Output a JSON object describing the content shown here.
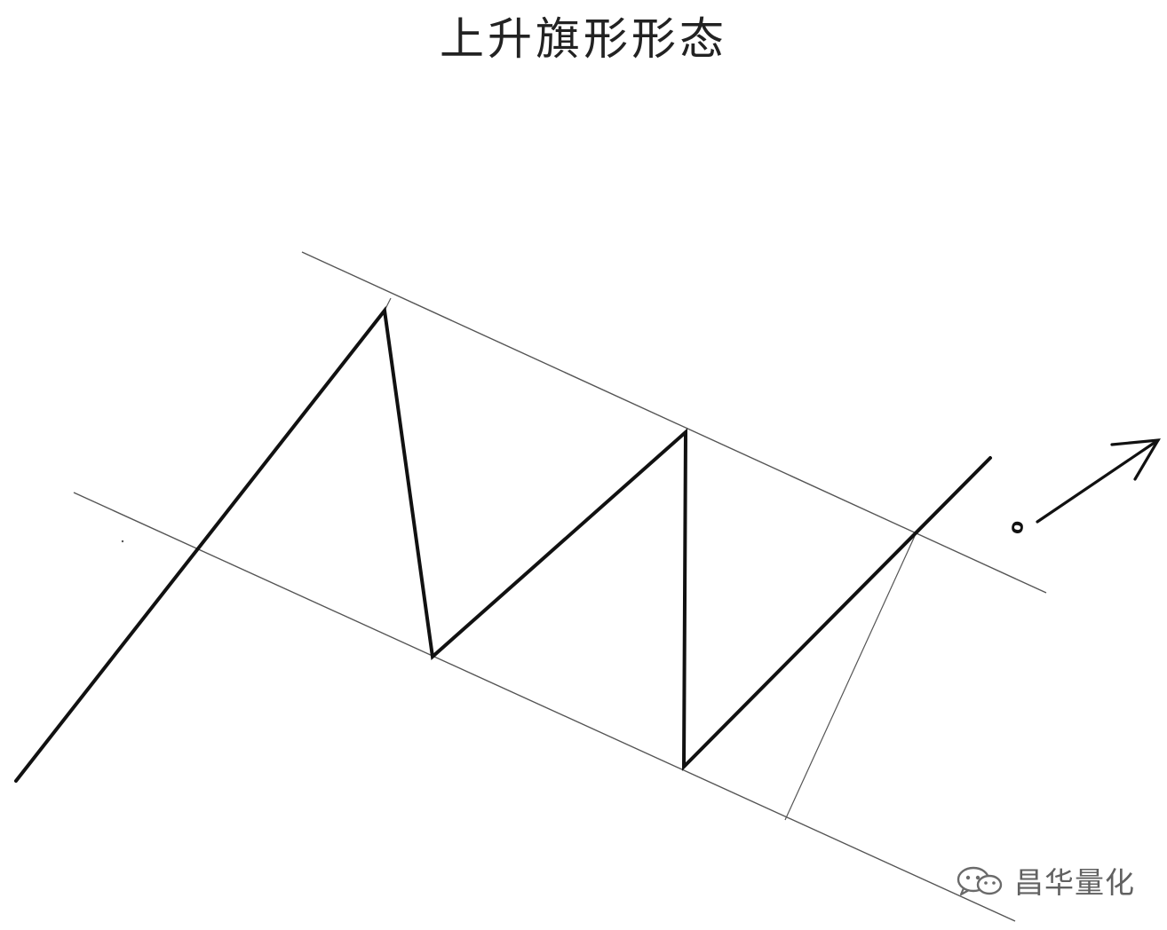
{
  "title": "上升旗形形态",
  "breakout_label": "o",
  "watermark": {
    "text": "昌华量化",
    "icon": "wechat-icon"
  },
  "colors": {
    "background": "#ffffff",
    "line": "#111111",
    "guide_line": "#555555",
    "watermark": "#6a6a6a"
  }
}
